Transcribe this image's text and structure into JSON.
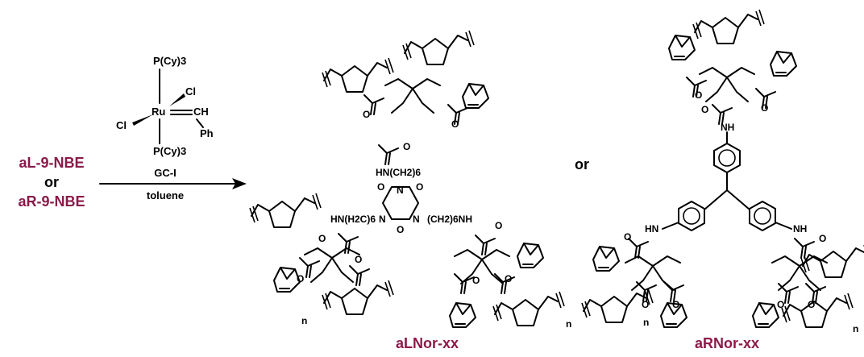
{
  "colors": {
    "label": "#8b1a4a",
    "ink": "#000000"
  },
  "reactants": {
    "first": "aL-9-NBE",
    "connector": "or",
    "second": "aR-9-NBE"
  },
  "catalyst": {
    "top_ligand": "P(Cy)3",
    "bottom_ligand": "P(Cy)3",
    "metal": "Ru",
    "chloride_a": "Cl",
    "chloride_b": "Cl",
    "alkylidene": "CH",
    "phenyl": "Ph",
    "name": "GC-I"
  },
  "conditions": {
    "solvent": "toluene"
  },
  "product_connector": "or",
  "product_left": {
    "name": "aLNor-xx",
    "linker_top": "HN(CH2)6",
    "linker_left": "HN(H2C)6",
    "linker_right": "(CH2)6NH",
    "core_N": "N",
    "core_O": "O",
    "repeat": "n"
  },
  "product_right": {
    "name": "aRNor-xx",
    "amine": "NH",
    "amine_left": "HN",
    "repeat": "n"
  }
}
